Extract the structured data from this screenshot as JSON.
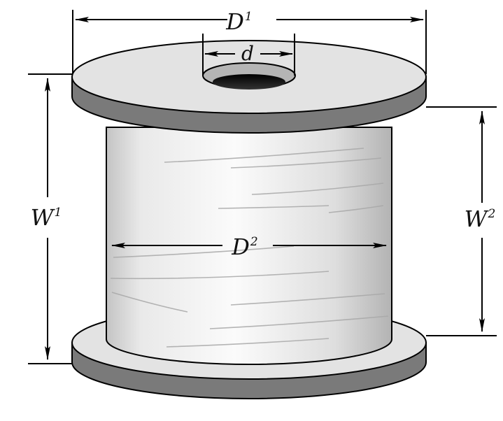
{
  "labels": {
    "outer_flange_diameter": {
      "main": "D",
      "sup": "1"
    },
    "core_hole_diameter": {
      "main": "d",
      "sup": ""
    },
    "overall_width": {
      "main": "W",
      "sup": "1"
    },
    "inner_width": {
      "main": "W",
      "sup": "2"
    },
    "barrel_diameter": {
      "main": "D",
      "sup": "2"
    }
  },
  "colors": {
    "flange_top": "#e3e3e3",
    "flange_edge": "#7a7a7a",
    "barrel_light": "#f7f7f7",
    "barrel_dark": "#bdbdbd",
    "hole": "#111111",
    "line": "#000000"
  }
}
